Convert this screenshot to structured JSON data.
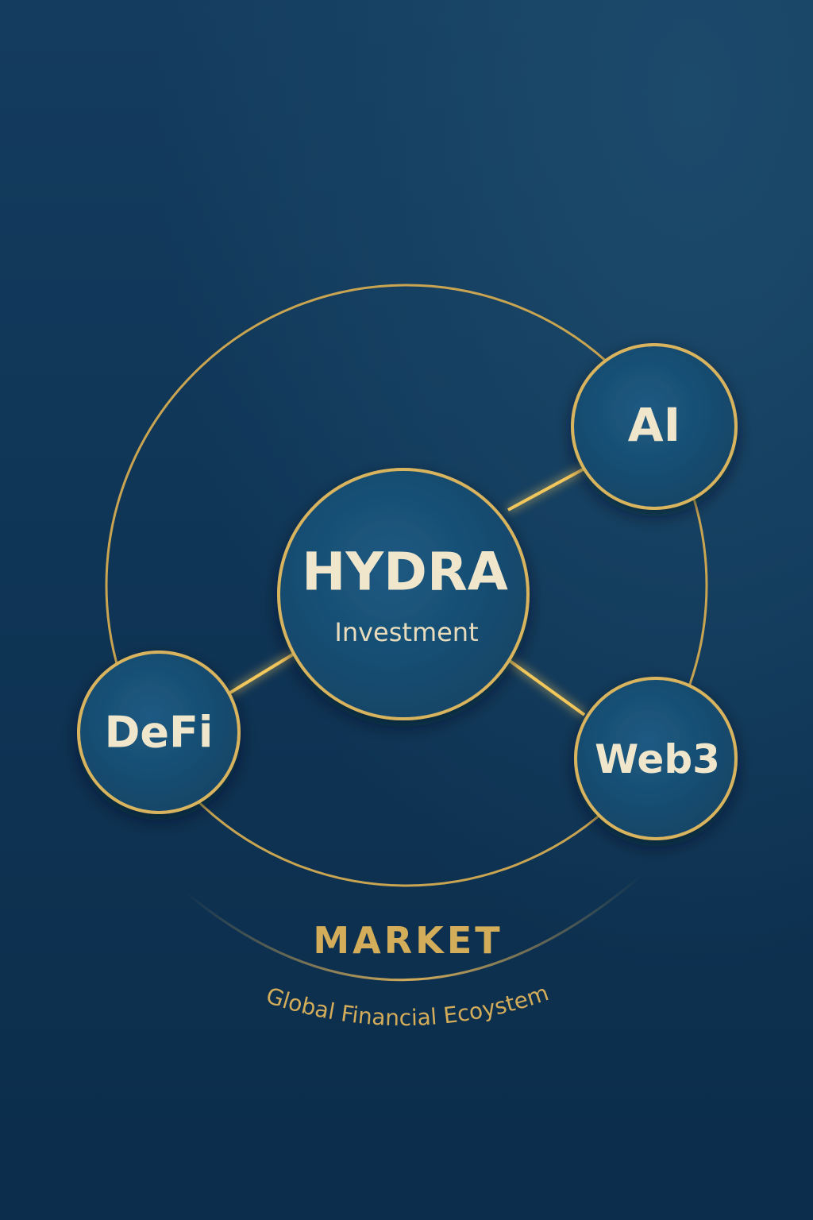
{
  "center": {
    "title": "HYDRA",
    "subtitle": "Investment"
  },
  "nodes": {
    "ai": "AI",
    "defi": "DeFi",
    "web3": "Web3"
  },
  "market": {
    "title": "MARKET",
    "subtitle": "Global Financial Ecoystem"
  },
  "colors": {
    "background": "#0f3556",
    "node_fill": "#174d73",
    "gold": "#d9b45e",
    "text": "#f0e6cc"
  }
}
